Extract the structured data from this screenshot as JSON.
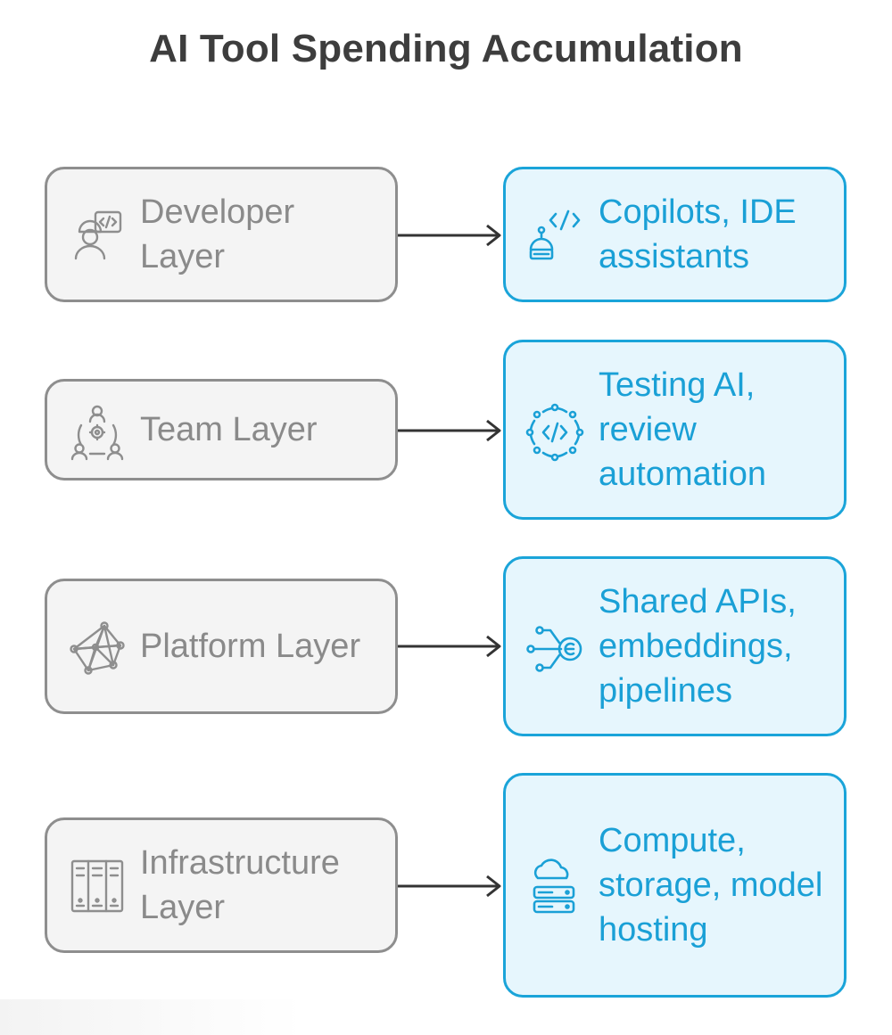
{
  "title": "AI Tool Spending Accumulation",
  "rows": [
    {
      "layer": "Developer Layer",
      "layer_icon": "developer-icon",
      "tools": "Copilots, IDE assistants",
      "tools_icon": "code-robot-icon"
    },
    {
      "layer": "Team Layer",
      "layer_icon": "team-icon",
      "tools": "Testing AI, review automation",
      "tools_icon": "code-automation-icon"
    },
    {
      "layer": "Platform Layer",
      "layer_icon": "network-icon",
      "tools": "Shared APIs, embeddings, pipelines",
      "tools_icon": "pipeline-icon"
    },
    {
      "layer": "Infrastructure Layer",
      "layer_icon": "server-rack-icon",
      "tools": "Compute, storage, model hosting",
      "tools_icon": "cloud-server-icon"
    }
  ],
  "colors": {
    "title": "#3d3d3d",
    "left_box_fill": "#f4f4f4",
    "left_box_border": "#8e8e8e",
    "left_text": "#8a8a8a",
    "right_box_fill": "#e6f6fd",
    "right_box_border": "#1aa4d9",
    "right_text": "#1aa0d6",
    "arrow": "#333333"
  }
}
